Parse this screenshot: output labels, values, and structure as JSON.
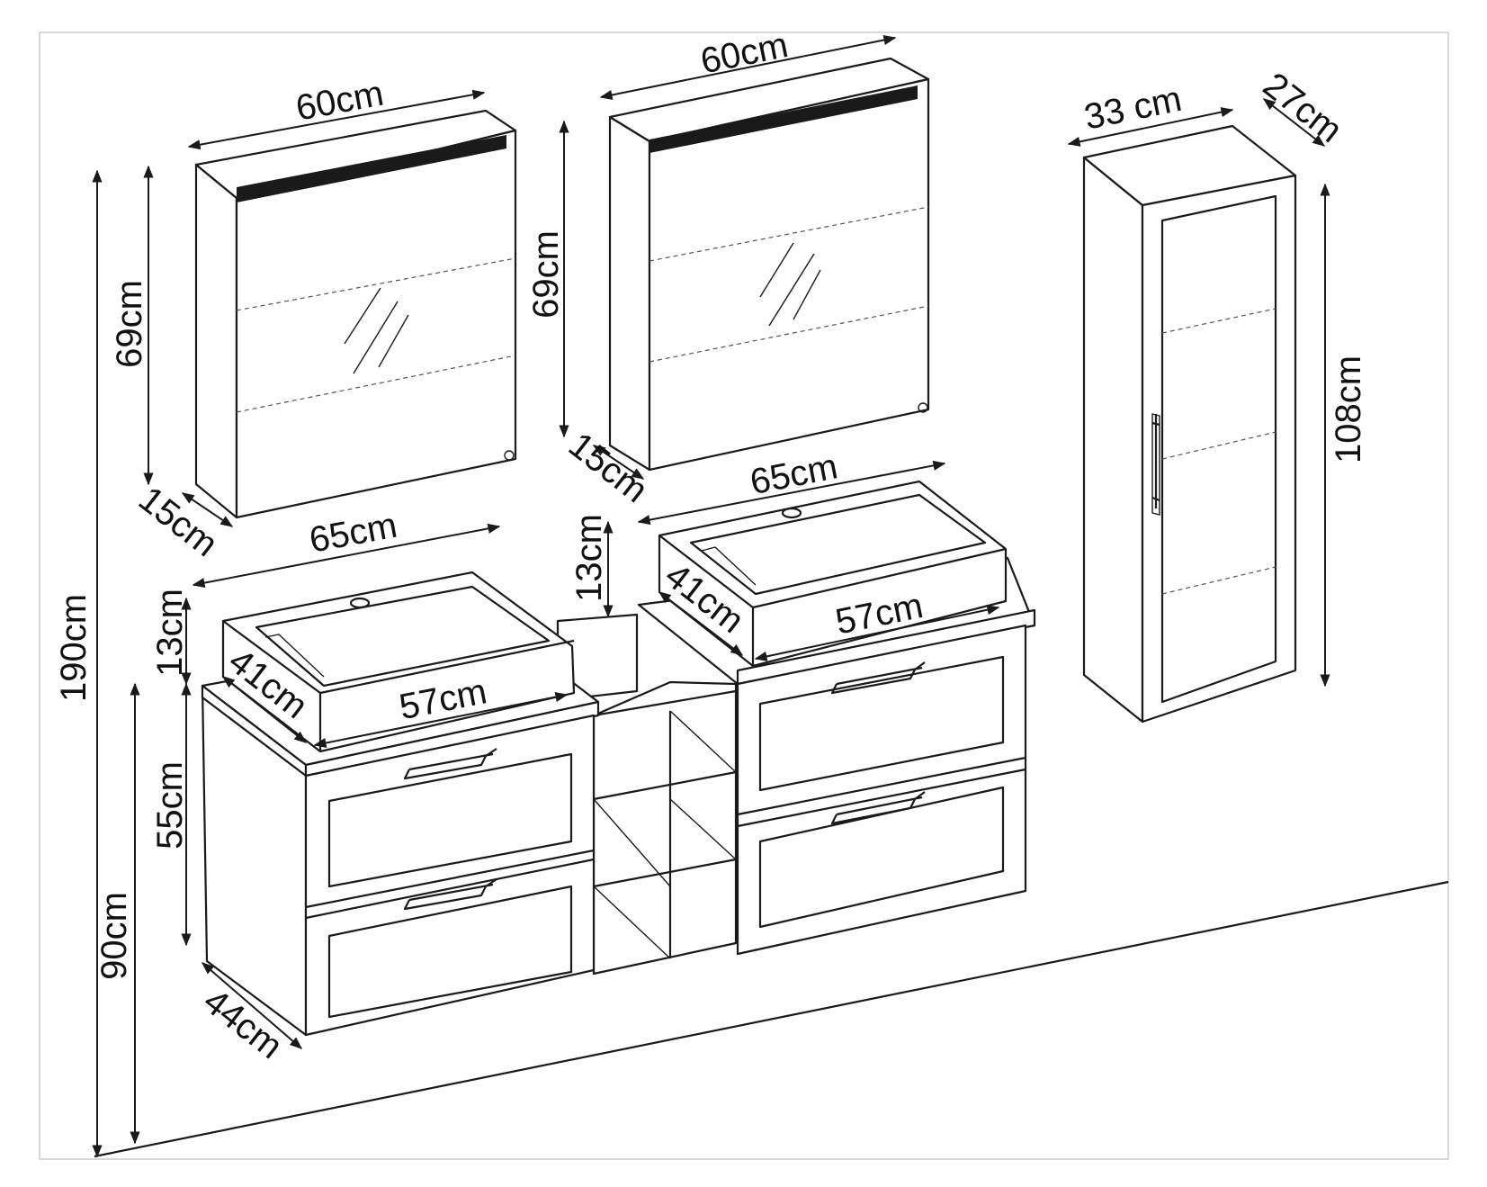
{
  "diagram": {
    "dimensions": {
      "overall_height": "190cm",
      "mount_height": "90cm",
      "vanity_depth": "44cm",
      "vanity_height": "55cm",
      "sink_left_height": "13cm",
      "sink_left_width": "65cm",
      "sink_left_depth": "41cm",
      "sink_left_inner": "57cm",
      "sink_right_height": "13cm",
      "sink_right_width": "65cm",
      "sink_right_depth": "41cm",
      "sink_right_inner": "57cm",
      "mirror_left_width": "60cm",
      "mirror_left_height": "69cm",
      "mirror_left_depth": "15cm",
      "mirror_right_width": "60cm",
      "mirror_right_height": "69cm",
      "mirror_right_depth": "15cm",
      "tall_cabinet_width": "33 cm",
      "tall_cabinet_depth": "27cm",
      "tall_cabinet_height": "108cm"
    }
  }
}
